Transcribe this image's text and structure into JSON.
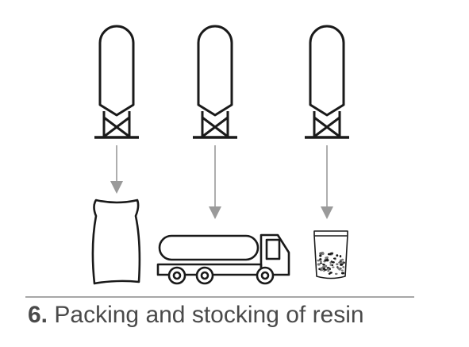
{
  "caption": {
    "step_number": "6.",
    "title": "Packing and stocking of resin"
  },
  "silos": [
    {
      "destination": "bag"
    },
    {
      "destination": "tanker-truck"
    },
    {
      "destination": "resin-pouch"
    }
  ],
  "colors": {
    "outline": "#1a1a1a",
    "arrow": "#9a9a9a",
    "divider": "#8a8a8a",
    "caption": "#4a4a4a"
  }
}
